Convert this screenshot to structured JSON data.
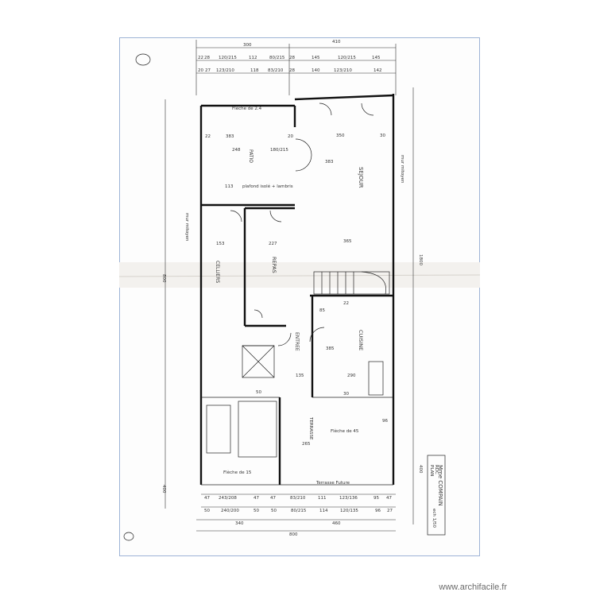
{
  "title_block": {
    "client": "Mme COMPAIN",
    "plan": "PLAN",
    "level": "RDC",
    "scale": "ech 1/50"
  },
  "rooms": {
    "patio": "PATIO",
    "sejour": "SEJOUR",
    "repas": "REPAS",
    "cuisine": "CUISINE",
    "entree": "ENTREE",
    "terrasse": "TERRASSE",
    "celliers": "CELLIERS"
  },
  "notes": {
    "flache_top": "Flèche de 2.4",
    "platond": "plafond isolé + lambris",
    "flache_terrasse": "Flèche de 45",
    "flache_bottom": "Flèche de 15",
    "terrasse_future": "Terrasse Future",
    "mur_mitoyen_right": "mur mitoyen",
    "mur_mitoyen_left": "mur mitoyen"
  },
  "top_dims_row1": [
    "300",
    "410"
  ],
  "top_dims_row2": [
    "22",
    "28",
    "120/215",
    "112",
    "80/215",
    "28",
    "145",
    "120/215",
    "145"
  ],
  "top_dims_row3": [
    "20",
    "27",
    "123/210",
    "118",
    "83/210",
    "28",
    "140",
    "123/210",
    "142"
  ],
  "bottom_dims_row1": [
    "47",
    "243/208",
    "47",
    "47",
    "83/210",
    "111",
    "123/136",
    "95",
    "47"
  ],
  "bottom_dims_row2": [
    "50",
    "240/200",
    "50",
    "50",
    "80/215",
    "114",
    "120/135",
    "96",
    "27"
  ],
  "bottom_dims_row3": [
    "340",
    "460"
  ],
  "bottom_total": "800",
  "side_dims": {
    "left_total": "800",
    "right_total": "1800",
    "right_lower": "400",
    "left_lower": "400"
  },
  "interior_dims": [
    "22",
    "383",
    "248",
    "180/215",
    "20",
    "350",
    "30",
    "383",
    "113",
    "153",
    "227",
    "365",
    "22",
    "385",
    "135",
    "290",
    "30",
    "265",
    "96",
    "50",
    "85"
  ],
  "watermark": "www.archifacile.fr"
}
